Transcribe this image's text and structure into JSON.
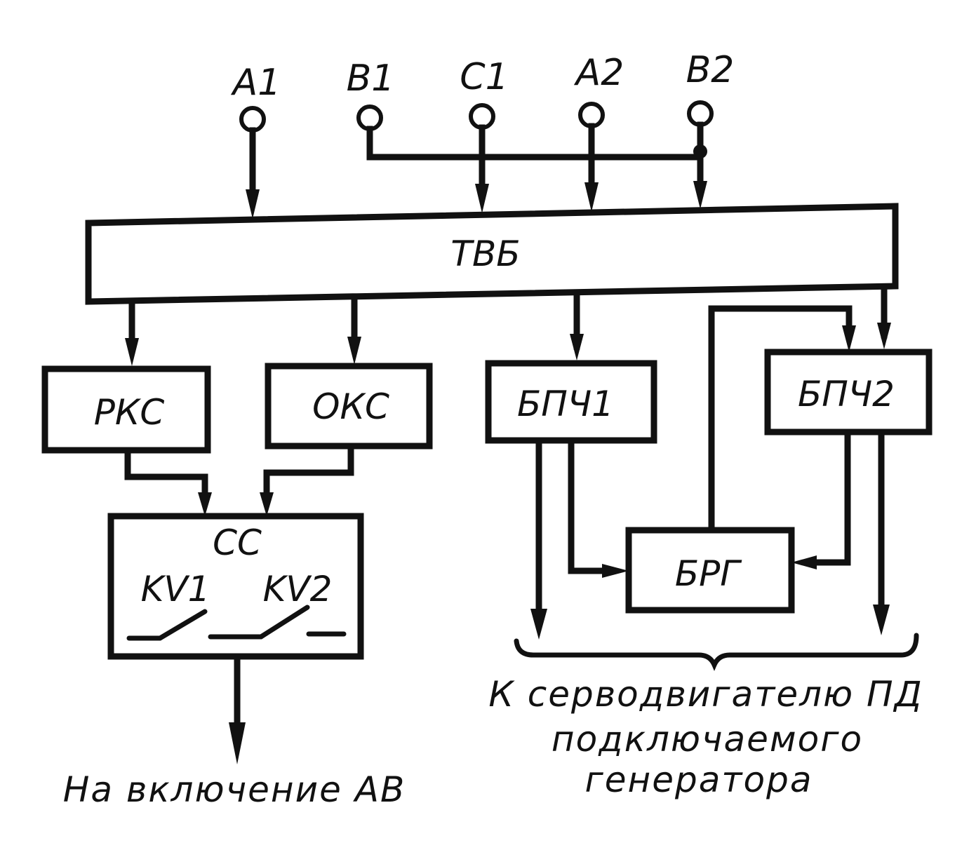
{
  "terminals": {
    "a1": "A1",
    "b1": "B1",
    "c1": "C1",
    "a2": "A2",
    "b2": "B2"
  },
  "blocks": {
    "tvb": "ТВБ",
    "rks": "РКС",
    "oks": "ОКС",
    "bpch1": "БПЧ1",
    "bpch2": "БПЧ2",
    "ss": "СС",
    "kv1": "KV1",
    "kv2": "KV2",
    "brg": "БРГ"
  },
  "outputs": {
    "left": "На включение АВ",
    "right_line1": "К серводвигателю ПД",
    "right_line2": "подключаемого",
    "right_line3": "генератора"
  }
}
